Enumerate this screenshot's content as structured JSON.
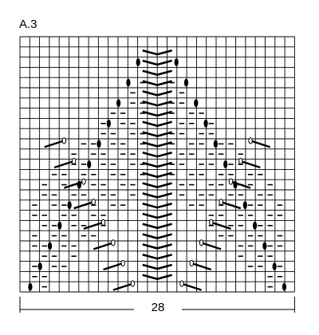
{
  "chart": {
    "title": "A.3",
    "width_label": "28",
    "columns": 28,
    "rows": 25
  },
  "colors": {
    "grid": "#000000",
    "background": "#ffffff"
  },
  "symbols": [
    "empty-square",
    "purl-dash",
    "bobble-dot",
    "slant-right-stitch",
    "slant-left-stitch",
    "chevron-stitch"
  ]
}
